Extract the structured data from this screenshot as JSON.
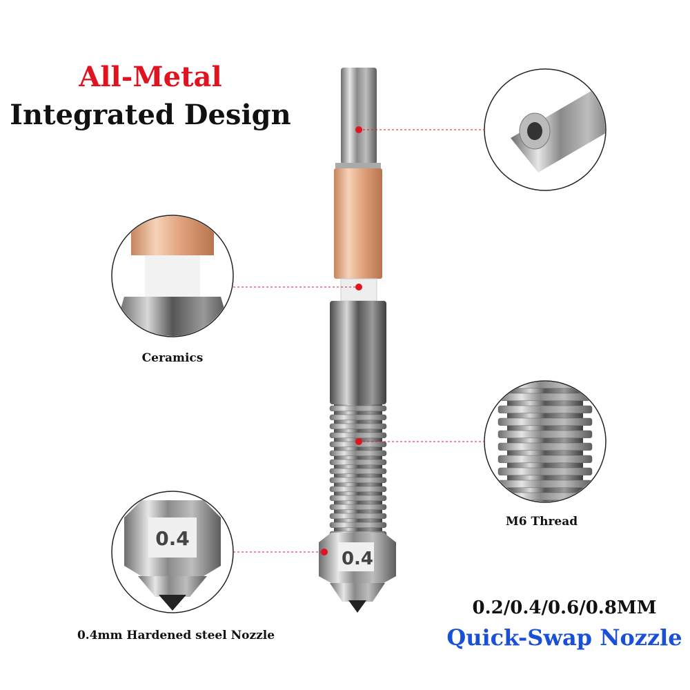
{
  "headline": {
    "line1": "All-Metal",
    "line2": "Integrated Design"
  },
  "callouts": {
    "ceramics": "Ceramics",
    "thread": "M6 Thread",
    "nozzle": "0.4mm Hardened steel Nozzle",
    "nozzle_mark": "0.4"
  },
  "sizes": "0.2/0.4/0.6/0.8MM",
  "product_name": "Quick-Swap Nozzle",
  "colors": {
    "accent_red": "#e0141e",
    "accent_blue": "#1a4fd8",
    "copper": "#e0a27c",
    "steel": "#9a9a9a"
  }
}
